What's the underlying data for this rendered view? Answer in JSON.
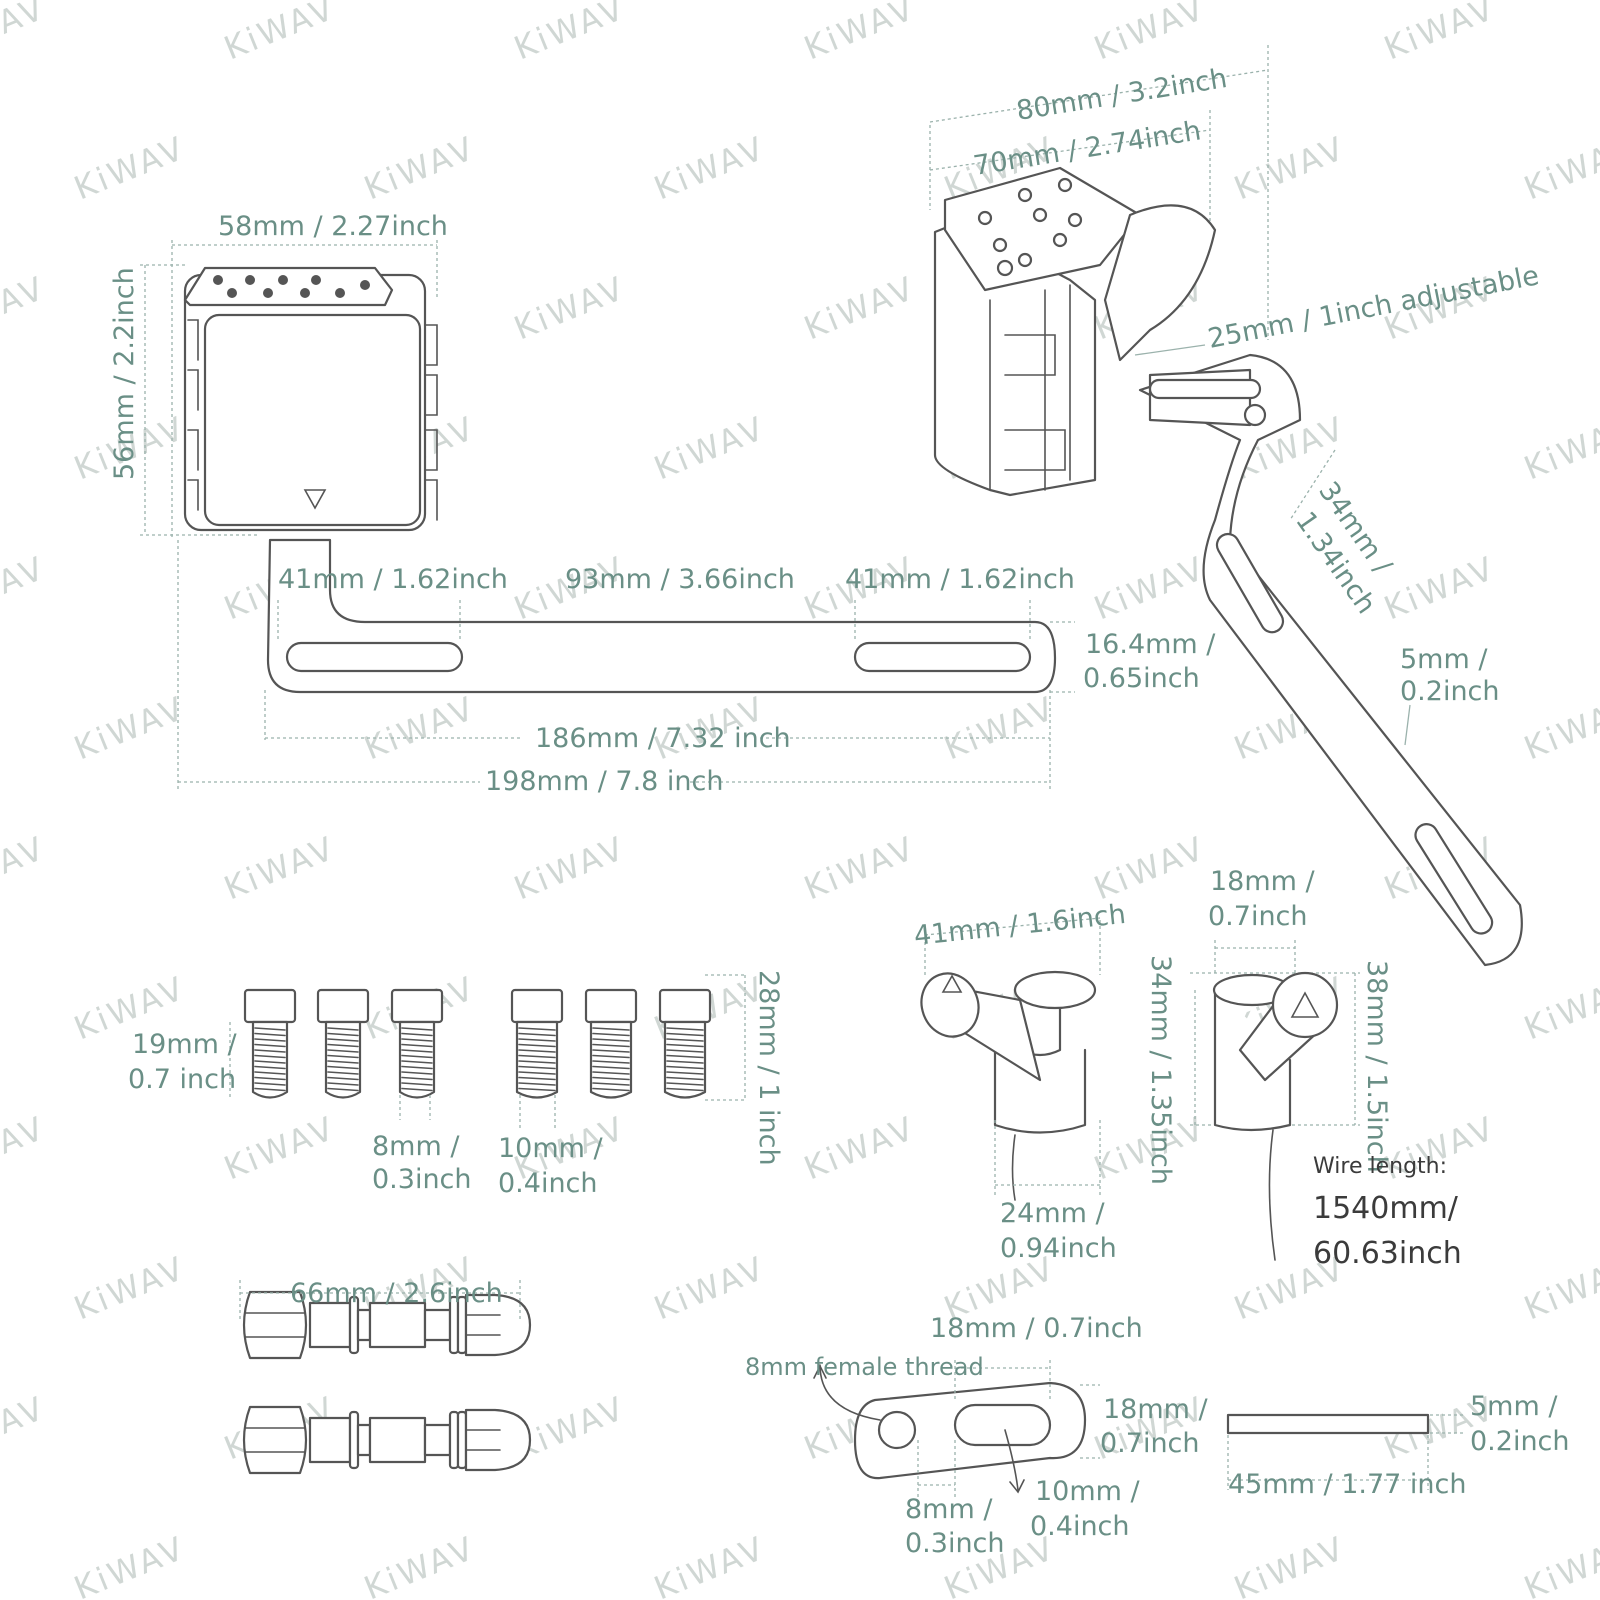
{
  "brand": {
    "watermark": "KiWAV"
  },
  "colors": {
    "dimension_text": "#6a8f86",
    "line_art": "#555555",
    "watermark": "#d0d7d4"
  },
  "front_view": {
    "width": "58mm / 2.27inch",
    "height": "56mm / 2.2inch",
    "seg_left": "41mm / 1.62inch",
    "seg_mid": "93mm / 3.66inch",
    "seg_right": "41mm / 1.62inch",
    "bar_height_top": "16.4mm /",
    "bar_height_bottom": "0.65inch",
    "inner_length": "186mm / 7.32 inch",
    "overall_length": "198mm / 7.8 inch"
  },
  "angled_view": {
    "outer_width": "80mm / 3.2inch",
    "inner_width": "70mm / 2.74inch",
    "adjustable": "25mm / 1inch adjustable",
    "arm_top": "34mm /",
    "arm_bottom": "1.34inch",
    "thickness_top": "5mm /",
    "thickness_bottom": "0.2inch"
  },
  "bolts": {
    "length_top": "19mm /",
    "length_bottom": "0.7 inch",
    "total_length": "28mm / 1 inch",
    "dia_small_top": "8mm /",
    "dia_small_bottom": "0.3inch",
    "dia_large_top": "10mm /",
    "dia_large_bottom": "0.4inch"
  },
  "switch": {
    "width": "41mm / 1.6inch",
    "base_top": "24mm /",
    "base_bottom": "0.94inch",
    "top_dia_top": "18mm /",
    "top_dia_bottom": "0.7inch",
    "height_a": "34mm / 1.35inch",
    "height_b": "38mm / 1.5inch",
    "wire_label": "Wire length:",
    "wire_top": "1540mm/",
    "wire_bottom": "60.63inch"
  },
  "long_bolt": {
    "length": "66mm / 2.6inch"
  },
  "plate": {
    "thread": "8mm female thread",
    "top": "18mm / 0.7inch",
    "height_top": "18mm /",
    "height_bottom": "0.7inch",
    "hole_top": "8mm /",
    "hole_bottom": "0.3inch",
    "slot_top": "10mm /",
    "slot_bottom": "0.4inch"
  },
  "strip": {
    "thickness_top": "5mm /",
    "thickness_bottom": "0.2inch",
    "length": "45mm / 1.77 inch"
  }
}
